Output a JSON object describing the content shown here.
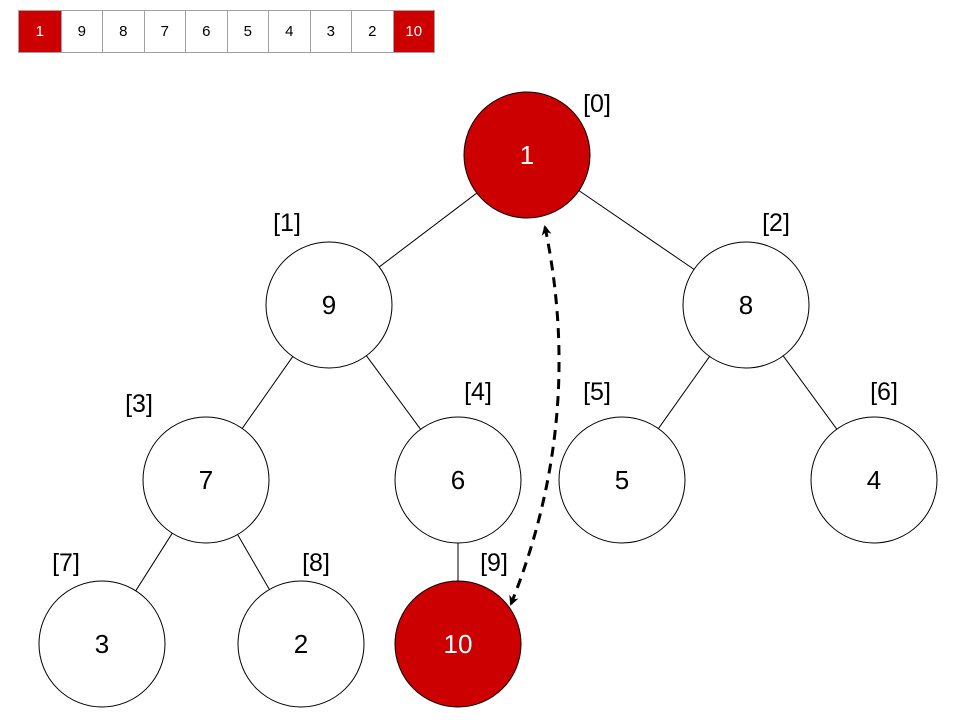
{
  "array": {
    "values": [
      "1",
      "9",
      "8",
      "7",
      "6",
      "5",
      "4",
      "3",
      "2",
      "10"
    ],
    "highlighted": [
      0,
      9
    ]
  },
  "tree": {
    "nodes": [
      {
        "index_label": "[0]",
        "value": "1",
        "highlighted": true
      },
      {
        "index_label": "[1]",
        "value": "9",
        "highlighted": false
      },
      {
        "index_label": "[2]",
        "value": "8",
        "highlighted": false
      },
      {
        "index_label": "[3]",
        "value": "7",
        "highlighted": false
      },
      {
        "index_label": "[4]",
        "value": "6",
        "highlighted": false
      },
      {
        "index_label": "[5]",
        "value": "5",
        "highlighted": false
      },
      {
        "index_label": "[6]",
        "value": "4",
        "highlighted": false
      },
      {
        "index_label": "[7]",
        "value": "3",
        "highlighted": false
      },
      {
        "index_label": "[8]",
        "value": "2",
        "highlighted": false
      },
      {
        "index_label": "[9]",
        "value": "10",
        "highlighted": true
      }
    ],
    "edges": [
      [
        0,
        1
      ],
      [
        0,
        2
      ],
      [
        1,
        3
      ],
      [
        1,
        4
      ],
      [
        2,
        5
      ],
      [
        2,
        6
      ],
      [
        3,
        7
      ],
      [
        3,
        8
      ],
      [
        4,
        9
      ]
    ],
    "swap": [
      0,
      9
    ]
  },
  "colors": {
    "highlight": "#cc0000",
    "border": "#a0a0a0"
  }
}
